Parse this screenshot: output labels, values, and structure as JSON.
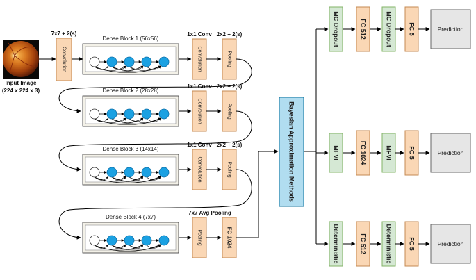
{
  "input": {
    "caption_line1": "Input Image",
    "caption_line2": "(224 x 224 x 3)"
  },
  "stem": {
    "top_label": "7x7 + 2(s)",
    "box_label": "Convolution"
  },
  "dense_blocks": [
    {
      "title": "Dense Block 1 (56x56)",
      "conv_top": "1x1 Conv",
      "conv_box": "Convolution",
      "pool_top": "2x2 + 2(s)",
      "pool_box": "Pooling"
    },
    {
      "title": "Dense Block 2 (28x28)",
      "conv_top": "1x1 Conv",
      "conv_box": "Convolution",
      "pool_top": "2x2 + 2(s)",
      "pool_box": "Pooling"
    },
    {
      "title": "Dense Block 3 (14x14)",
      "conv_top": "1x1 Conv",
      "conv_box": "Convolution",
      "pool_top": "2x2 + 2(s)",
      "pool_box": "Pooling"
    },
    {
      "title": "Dense Block 4 (7x7)",
      "conv_top": "7x7 Avg Pooling",
      "conv_box": "Pooling",
      "pool_top": "",
      "pool_box": "FC 1024"
    }
  ],
  "bayes": {
    "label": "Bayesian Approximation Methods"
  },
  "branches": [
    {
      "boxes": [
        "MC Dropout",
        "FC 512",
        "MC Dropout",
        "FC 5"
      ],
      "output": "Prediction"
    },
    {
      "boxes": [
        "MFVI",
        "FC 1024",
        "MFVI",
        "FC 5"
      ],
      "output": "Prediction"
    },
    {
      "boxes": [
        "Deterministic",
        "FC 512",
        "Deterministic",
        "FC 5"
      ],
      "output": "Prediction"
    }
  ],
  "colors": {
    "orange_fill": "#fad7b5",
    "orange_stroke": "#c48a52",
    "green_fill": "#d5e8d4",
    "green_stroke": "#82b366",
    "blue_fill": "#b1ddf0",
    "blue_stroke": "#10739e",
    "node_fill": "#1ba1e2",
    "gray_fill": "#e6e6e6",
    "gray_stroke": "#666666"
  },
  "icons": {
    "fundus": "retina-fundus-image"
  }
}
